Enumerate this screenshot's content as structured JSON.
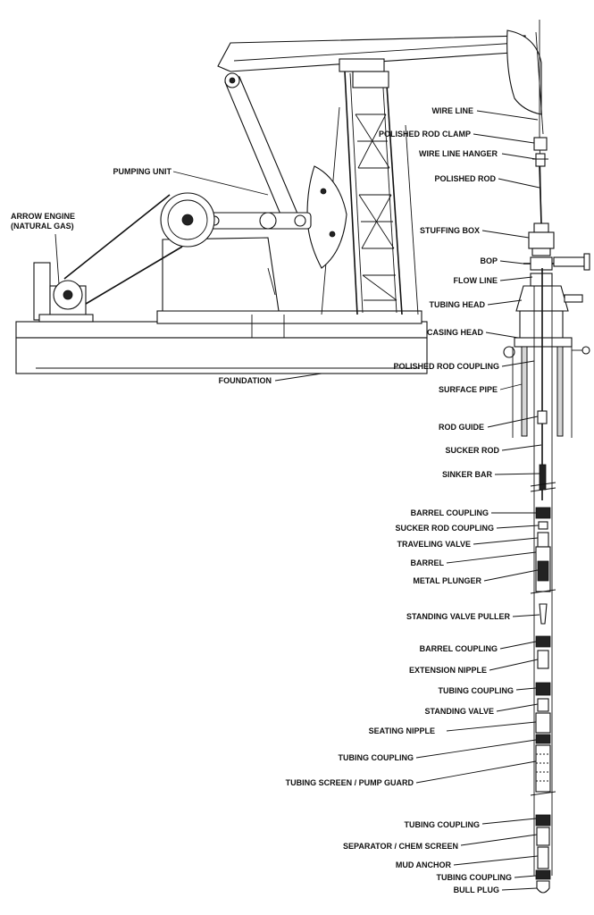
{
  "labels": {
    "wire_line": "WIRE LINE",
    "polished_rod_clamp": "POLISHED ROD CLAMP",
    "wire_line_hanger": "WIRE LINE HANGER",
    "polished_rod": "POLISHED ROD",
    "pumping_unit": "PUMPING UNIT",
    "arrow_engine_1": "ARROW ENGINE",
    "arrow_engine_2": "(NATURAL GAS)",
    "stuffing_box": "STUFFING BOX",
    "bop": "BOP",
    "flow_line": "FLOW LINE",
    "tubing_head": "TUBING HEAD",
    "casing_head": "CASING HEAD",
    "polished_rod_coupling": "POLISHED ROD COUPLING",
    "foundation": "FOUNDATION",
    "surface_pipe": "SURFACE PIPE",
    "rod_guide": "ROD GUIDE",
    "sucker_rod": "SUCKER ROD",
    "sinker_bar": "SINKER BAR",
    "barrel_coupling_1": "BARREL COUPLING",
    "sucker_rod_coupling": "SUCKER ROD COUPLING",
    "traveling_valve": "TRAVELING VALVE",
    "barrel": "BARREL",
    "metal_plunger": "METAL PLUNGER",
    "standing_valve_puller": "STANDING VALVE PULLER",
    "barrel_coupling_2": "BARREL COUPLING",
    "extension_nipple": "EXTENSION NIPPLE",
    "tubing_coupling_1": "TUBING COUPLING",
    "standing_valve": "STANDING VALVE",
    "seating_nipple": "SEATING NIPPLE",
    "tubing_coupling_2": "TUBING COUPLING",
    "tubing_screen": "TUBING SCREEN / PUMP GUARD",
    "tubing_coupling_3": "TUBING COUPLING",
    "separator": "SEPARATOR / CHEM SCREEN",
    "mud_anchor": "MUD ANCHOR",
    "tubing_coupling_4": "TUBING COUPLING",
    "bull_plug": "BULL PLUG"
  }
}
